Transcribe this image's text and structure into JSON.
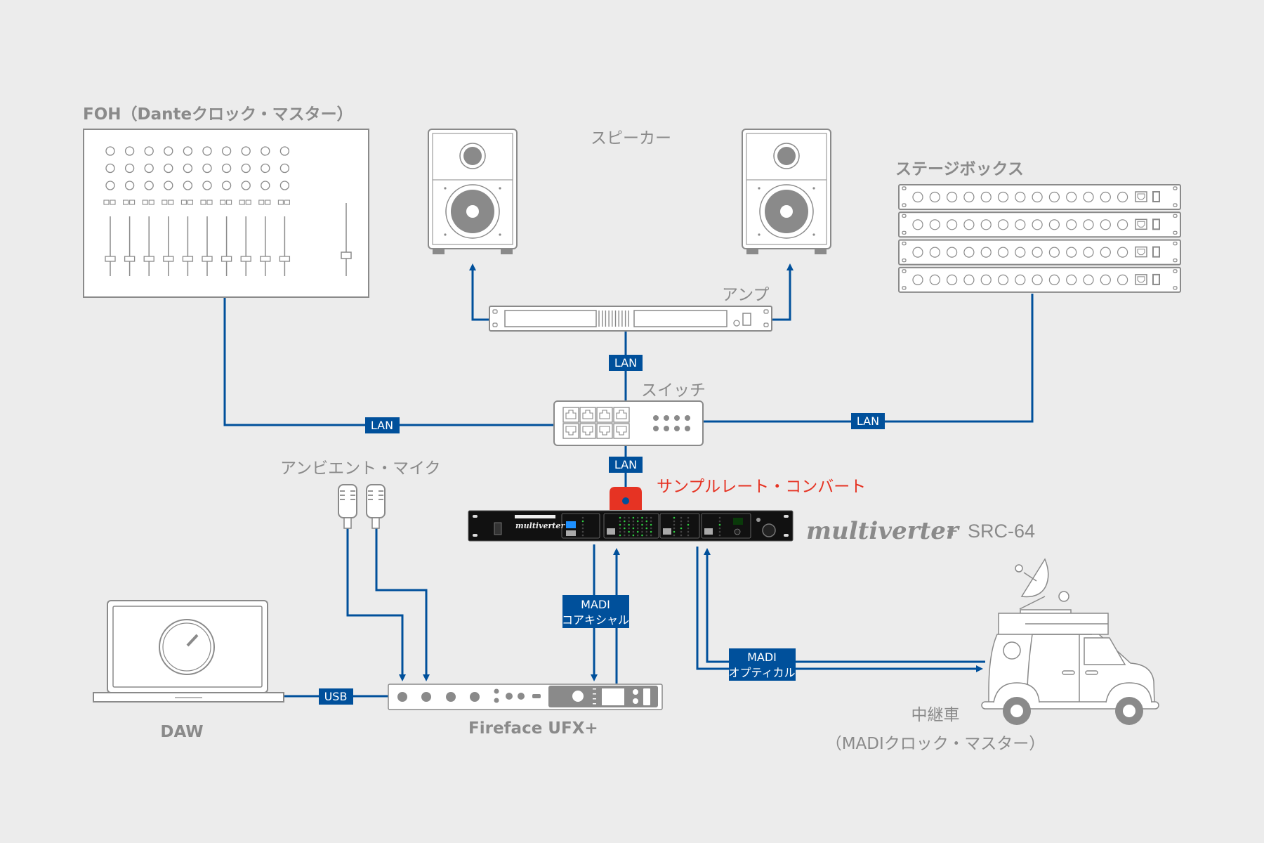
{
  "colors": {
    "background": "#ececec",
    "wire": "#00509b",
    "device_stroke": "#8a8a8a",
    "label_text": "#8a8a8a",
    "highlight_red": "#e63323"
  },
  "devices": {
    "foh": {
      "label": "FOH（Danteクロック・マスター）"
    },
    "speakers": {
      "label": "スピーカー"
    },
    "amp": {
      "label": "アンプ"
    },
    "stagebox": {
      "label": "ステージボックス"
    },
    "switch": {
      "label": "スイッチ"
    },
    "mics": {
      "label": "アンビエント・マイク"
    },
    "src": {
      "label": "サンプルレート・コンバート"
    },
    "multiverter": {
      "brand": "multiverter",
      "plus": "+",
      "model": "SRC-64"
    },
    "daw": {
      "label": "DAW"
    },
    "fireface": {
      "label": "Fireface UFX+"
    },
    "ob_van": {
      "label": "中継車",
      "sublabel": "（MADIクロック・マスター）"
    }
  },
  "connections": {
    "foh_switch": "LAN",
    "amp_switch": "LAN",
    "stagebox_switch": "LAN",
    "switch_multiverter": "LAN",
    "daw_fireface": "USB",
    "coax": {
      "line1": "MADI",
      "line2": "コアキシャル"
    },
    "optical": {
      "line1": "MADI",
      "line2": "オプティカル"
    }
  }
}
